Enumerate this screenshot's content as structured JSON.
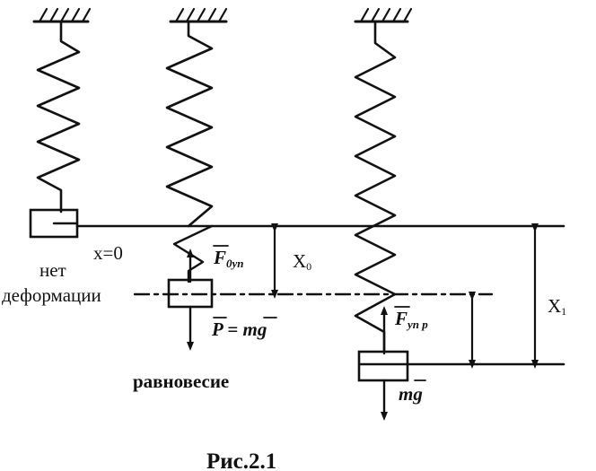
{
  "labels": {
    "x_zero": "x=0",
    "no_deformation_line1": "нет",
    "no_deformation_line2": "деформации",
    "equilibrium": "равновесие",
    "force_elastic_0_main": "F",
    "force_elastic_0_sub": "0уп",
    "force_elastic_main": "F",
    "force_elastic_sub": "уп р",
    "weight_formula": "P = mg",
    "weight_force": "mg",
    "x0_main": "X",
    "x0_sub": "0",
    "x1_main": "X",
    "x1_sub": "1",
    "caption": "Рис.2.1"
  },
  "colors": {
    "ink": "#111111",
    "background": "#ffffff"
  }
}
